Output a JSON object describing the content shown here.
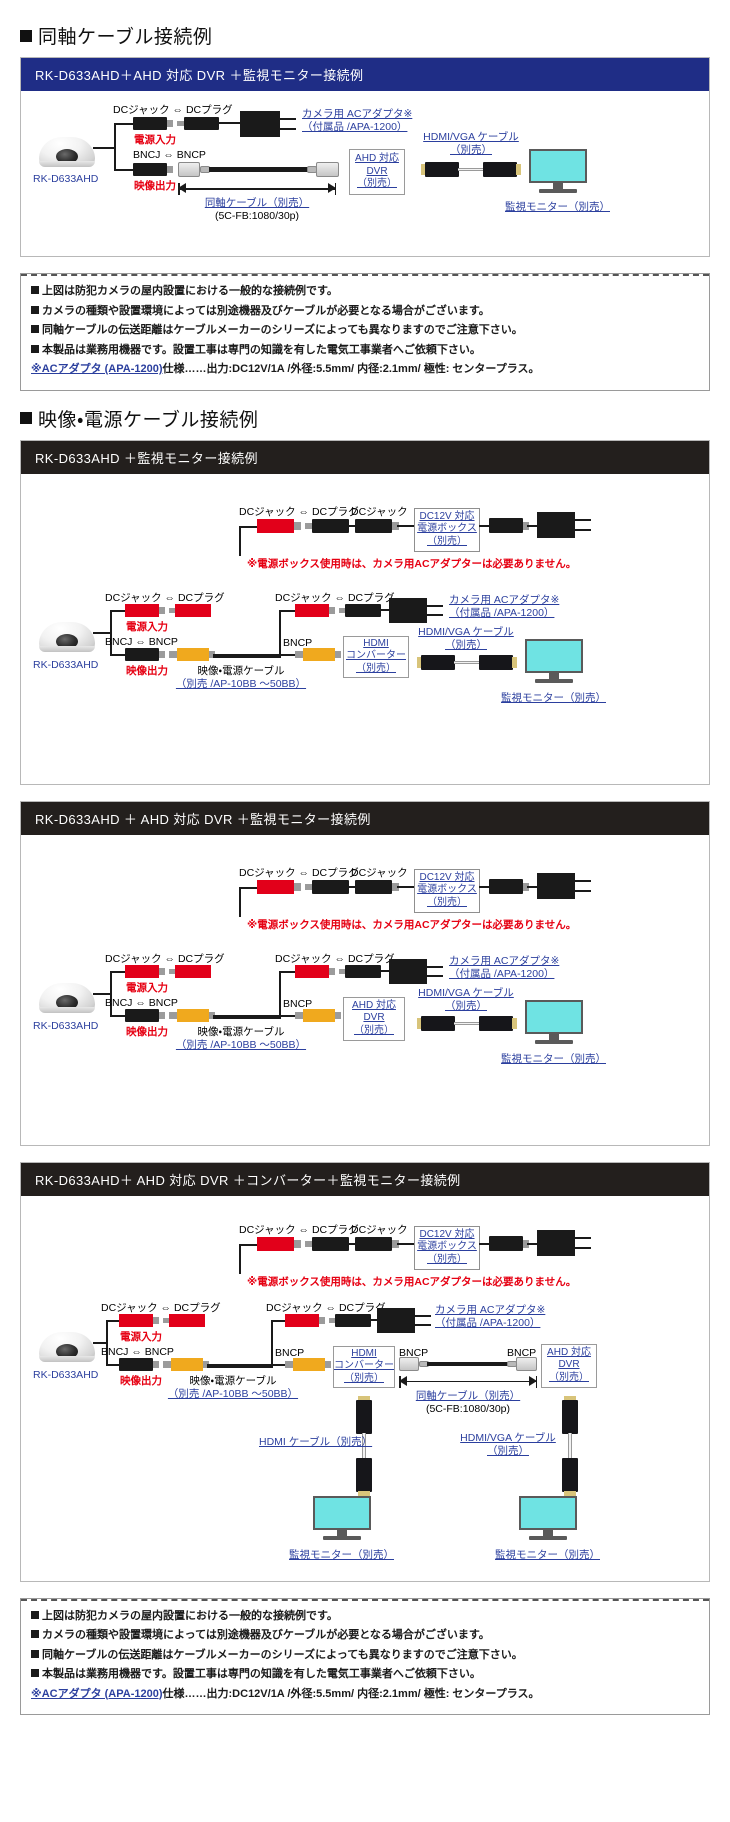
{
  "sections": [
    {
      "id": "coax",
      "heading": "同軸ケーブル接続例"
    },
    {
      "id": "videopower",
      "heading": "映像・電源ケーブル接続例"
    }
  ],
  "panels": {
    "p1": {
      "title": "RK-D633AHD＋AHD 対応 DVR ＋監視モニター接続例"
    },
    "p2": {
      "title": "RK-D633AHD ＋監視モニター接続例"
    },
    "p3": {
      "title": "RK-D633AHD ＋ AHD 対応 DVR ＋監視モニター接続例"
    },
    "p4": {
      "title": "RK-D633AHD＋ AHD 対応 DVR ＋コンバーター＋監視モニター接続例"
    }
  },
  "labels": {
    "camera_model": "RK-D633AHD",
    "dc_jack_plug": "DCジャック ⇔ DCプラグ",
    "dc_jack": "DCジャック",
    "power_in": "電源入力",
    "bncj_bncp": "BNCJ ⇔ BNCP",
    "bncp": "BNCP",
    "video_out": "映像出力",
    "ac_adapter_l1": "カメラ用 ACアダプタ※",
    "ac_adapter_l2": "（付属品 /APA-1200）",
    "ahd_dvr_l1": "AHD 対応",
    "ahd_dvr_l2": "DVR",
    "ahd_dvr_l3": "（別売）",
    "hdmi_vga_l1": "HDMI/VGA ケーブル",
    "hdmi_vga_l2": "（別売）",
    "monitor": "監視モニター（別売）",
    "coax_cable": "同軸ケーブル（別売）",
    "coax_spec": "(5C-FB:1080/30p)",
    "power_box_l1": "DC12V 対応",
    "power_box_l2": "電源ボックス",
    "power_box_l3": "（別売）",
    "power_box_warning": "※電源ボックス使用時は、カメラ用ACアダプターは必要ありません。",
    "vp_cable_l1": "映像・電源ケーブル",
    "vp_cable_l2": "（別売 /AP-10BB 〜50BB）",
    "hdmi_conv_l1": "HDMI",
    "hdmi_conv_l2": "コンバーター",
    "hdmi_conv_l3": "（別売）",
    "hdmi_cable": "HDMI ケーブル（別売）"
  },
  "notes": {
    "lines": [
      "上図は防犯カメラの屋内設置における一般的な接続例です。",
      "カメラの種類や設置環境によっては別途機器及びケーブルが必要となる場合がございます。",
      "同軸ケーブルの伝送距離はケーブルメーカーのシリーズによっても異なりますのでご注意下さい。",
      "本製品は業務用機器です。設置工事は専門の知識を有した電気工事業者へご依頼下さい。"
    ],
    "spec_link": "※ACアダプタ (APA-1200)",
    "spec_rest": "仕様……出力:DC12V/1A /外径:5.5mm/ 内径:2.1mm/ 極性: センタープラス。"
  },
  "colors": {
    "panel_title_blue": "#1f2d86",
    "panel_title_black": "#231f1d",
    "link_blue": "#2b3f9e",
    "warning_red": "#e60012",
    "screen_cyan": "#6fe3e3",
    "cable_yellow": "#f0a91e",
    "plug_red": "#e2001a"
  }
}
